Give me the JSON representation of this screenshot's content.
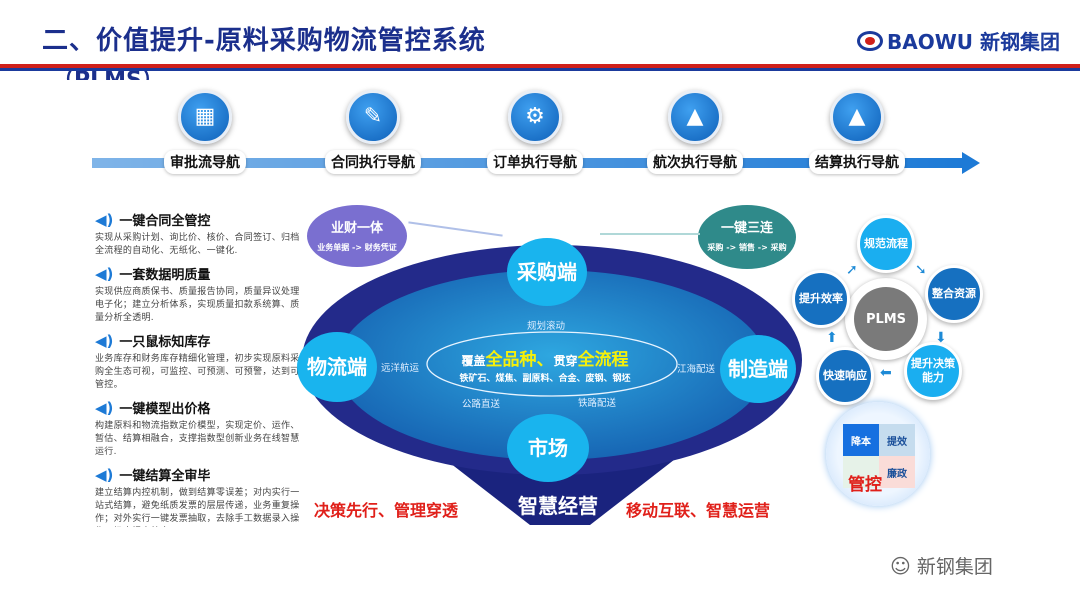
{
  "header": {
    "title": "二、价值提升-原料采购物流管控系统",
    "title_cont": "（PLMS）",
    "logo_text": "BAOWU 新钢集团"
  },
  "nav": [
    {
      "label": "审批流导航",
      "icon": "calendar-icon"
    },
    {
      "label": "合同执行导航",
      "icon": "contract-icon"
    },
    {
      "label": "订单执行导航",
      "icon": "order-icon"
    },
    {
      "label": "航次执行导航",
      "icon": "bar-chart-icon"
    },
    {
      "label": "结算执行导航",
      "icon": "bar-chart-icon"
    }
  ],
  "features": [
    {
      "title": "一键合同全管控",
      "desc": "实现从采购计划、询比价、核价、合同签订、归档全流程的自动化、无纸化、一键化."
    },
    {
      "title": "一套数据明质量",
      "desc": "实现供应商质保书、质量报告协同，质量异议处理电子化；建立分析体系，实现质量扣款系统算、质量分析全透明."
    },
    {
      "title": "一只鼠标知库存",
      "desc": "业务库存和财务库存精细化管理，初步实现原料采购全生态可视，可监控、可预测、可预警，达到可管控。"
    },
    {
      "title": "一键模型出价格",
      "desc": "构建原料和物流指数定价模型，实现定价、运作、暂估、结算相融合，支撑指数型创新业务在线智慧运行."
    },
    {
      "title": "一键结算全审毕",
      "desc": "建立结算内控机制，做到结算零误差；对内实行一站式结算，避免纸质发票的层层传递，业务重复操作；对外实行一键发票抽取，去除手工数据录入操作，极大提高效率"
    }
  ],
  "diagram": {
    "ycai": {
      "title": "业财一体",
      "sub": "业务单据 -> 财务凭证"
    },
    "sanlian": {
      "title": "一键三连",
      "sub": "采购 -> 销售 -> 采购"
    },
    "nodes": {
      "top": "采购端",
      "left": "物流端",
      "right": "制造端",
      "bottom": "市场"
    },
    "routes": {
      "top": "规划滚动",
      "left": "远洋航运",
      "right": "江海配送",
      "bl": "公路直送",
      "br": "铁路配送"
    },
    "center": {
      "p1": "覆盖",
      "h1": "全品种、",
      "p2": "贯穿",
      "h2": "全流程",
      "sub": "铁矿石、煤焦、副原料、合金、废钢、钢坯"
    },
    "funnel": "智慧经营",
    "slogan_left": "决策先行、管理穿透",
    "slogan_right": "移动互联、智慧运营"
  },
  "cycle": {
    "center": "PLMS",
    "items": [
      "规范流程",
      "整合资源",
      "提升决策能力",
      "快速响应",
      "提升效率"
    ]
  },
  "control": {
    "center": "管控",
    "q": [
      "降本",
      "提效",
      "廉政"
    ]
  },
  "watermark": "新钢集团"
}
